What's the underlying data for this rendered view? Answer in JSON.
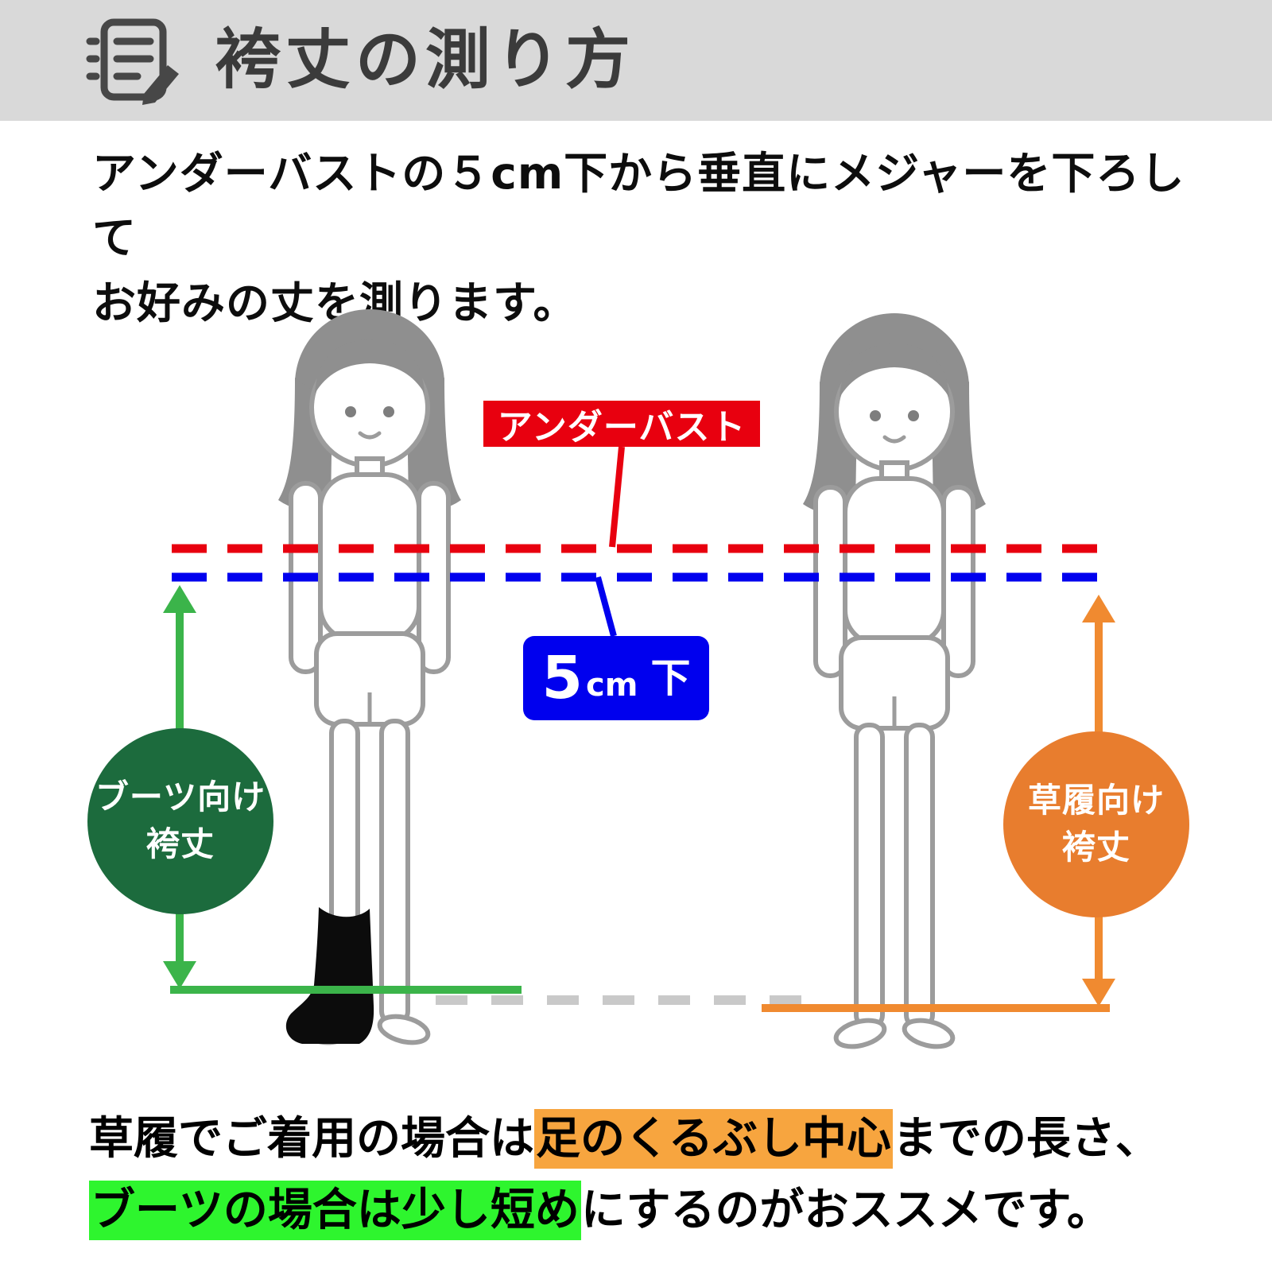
{
  "header": {
    "title": "袴丈の測り方"
  },
  "intro": {
    "line1": "アンダーバストの５cm下から垂直にメジャーを下ろして",
    "line2": "お好みの丈を測ります。"
  },
  "annotations": {
    "underbust_label": "アンダーバスト",
    "below_label_number": "5",
    "below_label_unit": "cm",
    "below_label_suffix": "下",
    "boots_badge_line1": "ブーツ向け",
    "boots_badge_line2": "袴丈",
    "zori_badge_line1": "草履向け",
    "zori_badge_line2": "袴丈"
  },
  "footer": {
    "line1_pre": "草履でご着用の場合は",
    "line1_highlight": "足のくるぶし中心",
    "line1_post": "までの長さ、",
    "line2_highlight": "ブーツの場合は少し短め",
    "line2_post": "にするのがおススメです。"
  },
  "colors": {
    "header_bg": "#d9d9d9",
    "title_text": "#3b3b3b",
    "underbust_red": "#e8000f",
    "below_blue": "#0000ee",
    "boots_circle_green": "#1c6b3d",
    "measure_line_green": "#3bb44a",
    "highlight_green": "#2ef52e",
    "zori_circle_orange": "#e87d2e",
    "measure_line_orange": "#f08a30",
    "highlight_orange": "#f7a53f",
    "figure_gray": "#9c9c9c",
    "floor_dash_gray": "#c9c9c9"
  },
  "icons": {
    "header_icon": "clipboard-pencil-icon"
  }
}
